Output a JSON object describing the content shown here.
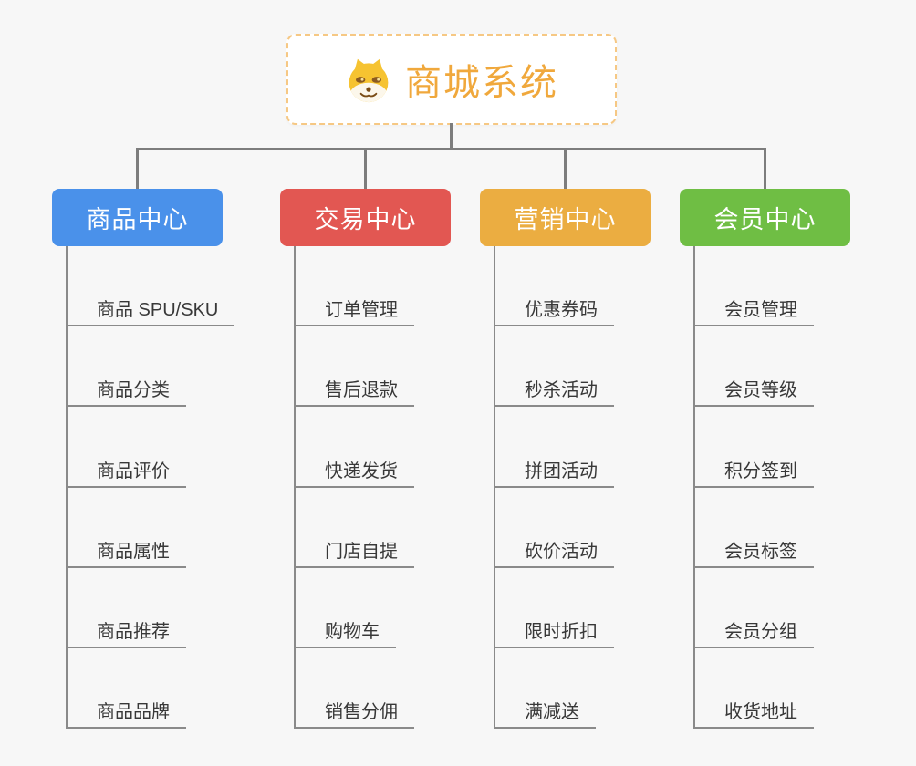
{
  "canvas": {
    "background_color": "#f7f7f7"
  },
  "root": {
    "title": "商城系统",
    "icon": "shiba-dog-icon",
    "title_color": "#f0a83c",
    "border_color": "#f6c884"
  },
  "connectors": {
    "branch_line_color": "#7d7d7d",
    "leaf_line_color": "#8a8a8a"
  },
  "branches": [
    {
      "label": "商品中心",
      "color": "#4a91ea",
      "text_color": "#ffffff",
      "children": [
        "商品 SPU/SKU",
        "商品分类",
        "商品评价",
        "商品属性",
        "商品推荐",
        "商品品牌"
      ]
    },
    {
      "label": "交易中心",
      "color": "#e25752",
      "text_color": "#ffffff",
      "children": [
        "订单管理",
        "售后退款",
        "快递发货",
        "门店自提",
        "购物车",
        "销售分佣"
      ]
    },
    {
      "label": "营销中心",
      "color": "#ebad41",
      "text_color": "#ffffff",
      "children": [
        "优惠券码",
        "秒杀活动",
        "拼团活动",
        "砍价活动",
        "限时折扣",
        "满减送"
      ]
    },
    {
      "label": "会员中心",
      "color": "#6fbe44",
      "text_color": "#ffffff",
      "children": [
        "会员管理",
        "会员等级",
        "积分签到",
        "会员标签",
        "会员分组",
        "收货地址"
      ]
    }
  ]
}
